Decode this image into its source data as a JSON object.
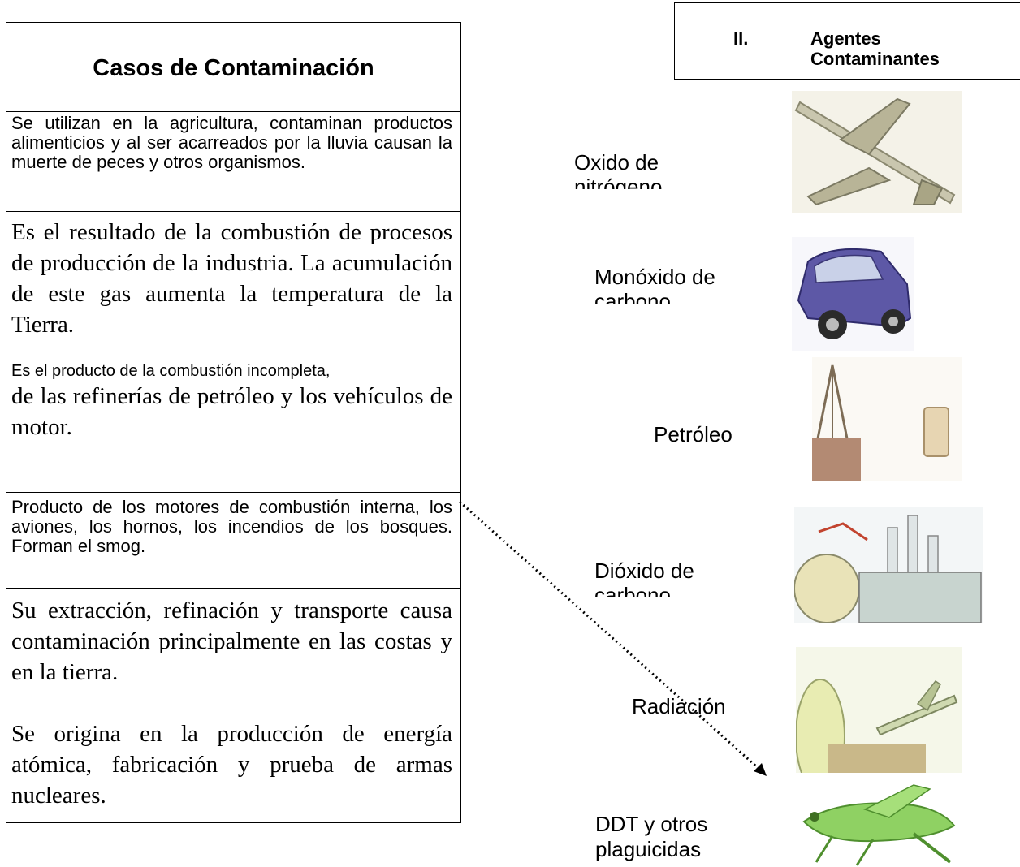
{
  "table": {
    "title": "Casos de Contaminación",
    "rows": [
      " Se utilizan en la agricultura, contaminan productos alimenticios y al ser acarreados por la lluvia causan la muerte de peces y otros organismos.",
      "Es el resultado de la combustión de procesos de producción de la industria. La acumulación de este gas aumenta la temperatura de la Tierra.",
      "Es el producto de la combustión incompleta,",
      "de las refinerías de petróleo y los vehículos de motor.",
      "Producto de los motores de combustión interna, los aviones, los hornos, los incendios de los bosques. Forman el smog.",
      "Su extracción, refinación y transporte causa contaminación principalmente en las costas y en la tierra.",
      "Se origina en la producción de energía atómica, fabricación y prueba de armas nucleares."
    ]
  },
  "header": {
    "number": "II.",
    "title_line1": "Agentes",
    "title_line2": "Contaminantes"
  },
  "agents": [
    {
      "label_line1": "Oxido de",
      "label_line2": "nitrógeno",
      "icon": "airplane-icon"
    },
    {
      "label_line1": "Monóxido de",
      "label_line2": "carbono",
      "icon": "car-icon"
    },
    {
      "label_line1": "Petróleo",
      "label_line2": "",
      "icon": "oil-rig-icon"
    },
    {
      "label_line1": "Dióxido de",
      "label_line2": "carbono",
      "icon": "factory-icon"
    },
    {
      "label_line1": "Radiación",
      "label_line2": "",
      "icon": "missile-icon"
    },
    {
      "label_line1": "DDT y otros",
      "label_line2": "plaguicidas",
      "icon": "grasshopper-icon"
    }
  ],
  "colors": {
    "border": "#000000",
    "arrow": "#000000"
  }
}
